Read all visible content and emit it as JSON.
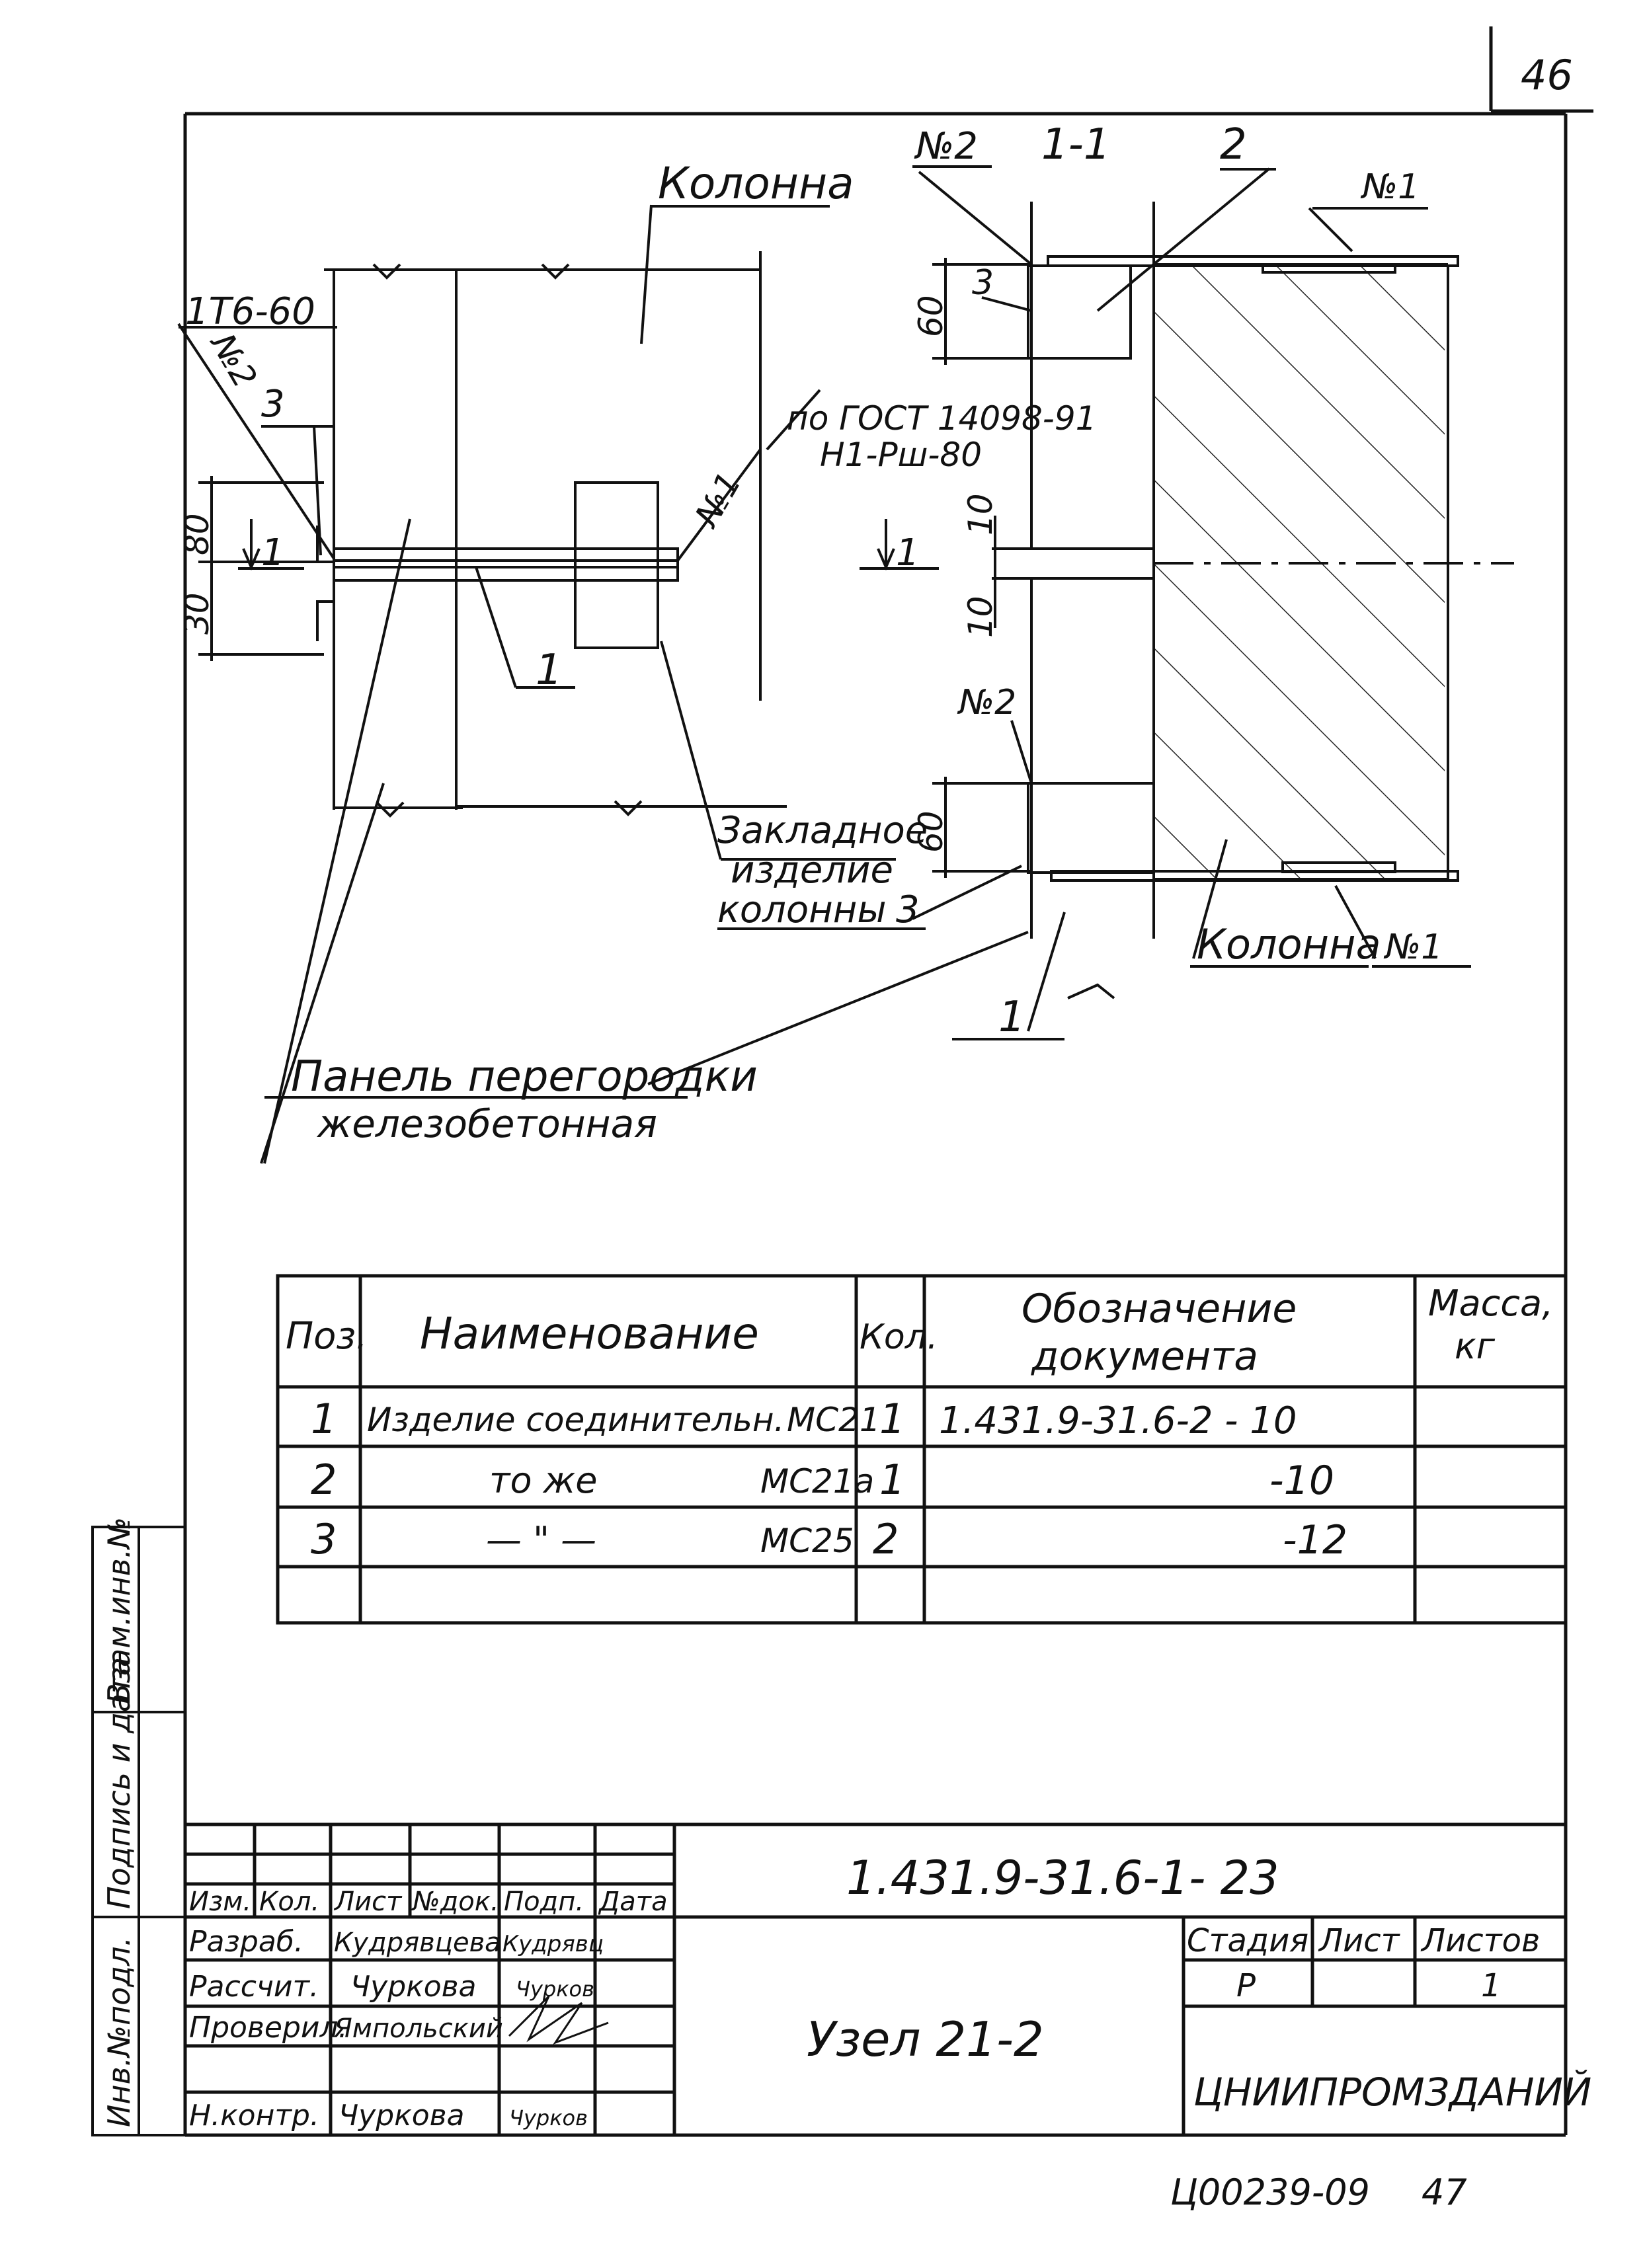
{
  "page_number": "46",
  "page_number_bottom": "47",
  "archive_code": "Ц00239-09",
  "drawing": {
    "plan": {
      "column_label": "Колонна",
      "weld_label": "1Т6-60",
      "weld_ref": "№2",
      "pos3": "3",
      "gost_line1": "по ГОСТ 14098-91",
      "gost_line2": "Н1-Рш-80",
      "n1": "№1",
      "dim_80": "80",
      "dim_30": "30",
      "section_mark": "1",
      "pos1": "1",
      "embedded_line1": "Закладное",
      "embedded_line2": "изделие",
      "embedded_line3": "колонны",
      "embedded_pos": "3",
      "panel_line1": "Панель перегородки",
      "panel_line2": "железобетонная"
    },
    "section": {
      "title": "1-1",
      "n2_top": "№2",
      "pos2": "2",
      "n1_top": "№1",
      "dim_60_top": "60",
      "pos3_top": "3",
      "dim_10_a": "10",
      "dim_10_b": "10",
      "section_mark": "1",
      "n2_bottom": "№2",
      "dim_60_bottom": "60",
      "column_label": "Колонна",
      "n1_bottom": "№1",
      "pos1": "1"
    }
  },
  "spec_table": {
    "headers": {
      "pos": "Поз.",
      "name": "Наименование",
      "qty": "Кол.",
      "doc_line1": "Обозначение",
      "doc_line2": "документа",
      "mass_line1": "Масса,",
      "mass_line2": "кг"
    },
    "rows": [
      {
        "pos": "1",
        "name": "Изделие соединительн.",
        "mark": "МС21",
        "qty": "1",
        "doc": "1.431.9-31.6-2 - 10",
        "mass": ""
      },
      {
        "pos": "2",
        "name": "то же",
        "mark": "МС21а",
        "qty": "1",
        "doc": "-10",
        "mass": ""
      },
      {
        "pos": "3",
        "name": "— \" —",
        "mark": "МС25",
        "qty": "2",
        "doc": "-12",
        "mass": ""
      }
    ]
  },
  "side_stamp": {
    "inv_no": "Инв.№подл.",
    "sign_date": "Подпись и дата",
    "replace_inv": "Взам.инв.№"
  },
  "title_block": {
    "designation": "1.431.9-31.6-1- 23",
    "title": "Узел 21-2",
    "org": "ЦНИИПРОМЗДАНИЙ",
    "stage_label": "Стадия",
    "sheet_label": "Лист",
    "sheets_label": "Листов",
    "stage_value": "Р",
    "sheets_value": "1",
    "cols": {
      "izm": "Изм.",
      "kol": "Кол.",
      "list": "Лист",
      "ndok": "№док.",
      "podp": "Подп.",
      "data": "Дата"
    },
    "people": [
      {
        "role": "Разраб.",
        "name": "Кудрявцева",
        "sign": "Кудрявц"
      },
      {
        "role": "Рассчит.",
        "name": "Чуркова",
        "sign": "Чурков"
      },
      {
        "role": "Проверил.",
        "name": "Ямпольский",
        "sign": ""
      },
      {
        "role": "Н.контр.",
        "name": "Чуркова",
        "sign": "Чурков"
      }
    ]
  }
}
